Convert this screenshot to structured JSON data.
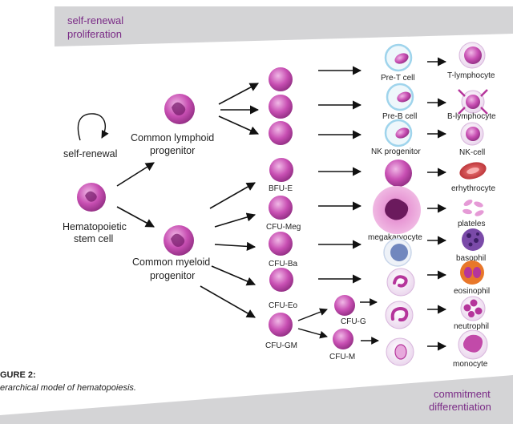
{
  "banners": {
    "top": [
      "self-renewal",
      "proliferation"
    ],
    "bottom": [
      "commitment",
      "differentiation"
    ]
  },
  "caption": {
    "title": "GURE 2:",
    "subtitle": "erarchical model of hematopoiesis."
  },
  "labels": {
    "self_renewal": "self-renewal",
    "hsc": [
      "Hematopoietic",
      "stem cell"
    ],
    "clp": [
      "Common lymphoid",
      "progenitor"
    ],
    "cmp": [
      "Common myeloid",
      "progenitor"
    ],
    "bfu_e": "BFU-E",
    "cfu_meg": "CFU-Meg",
    "cfu_ba": "CFU-Ba",
    "cfu_eo": "CFU-Eo",
    "cfu_gm": "CFU-GM",
    "cfu_g": "CFU-G",
    "cfu_m": "CFU-M",
    "pre_t": "Pre-T cell",
    "pre_b": "Pre-B cell",
    "nk_prog": "NK progenitor",
    "megakaryocyte": "megakaryocyte",
    "t_lymph": "T-lymphocyte",
    "b_lymph": "B-lymphocyte",
    "nk_cell": "NK-cell",
    "erythrocyte": "erhythrocyte",
    "plateles": "plateles",
    "basophil": "basophil",
    "eosinophil": "eosinophil",
    "neutrophil": "neutrophil",
    "monocyte": "monocyte"
  },
  "colors": {
    "banner": "#d4d4d6",
    "banner_text": "#7a2b86",
    "cell_magenta": "#b5359b",
    "cell_light": "#e8c4e6",
    "precursor_outline": "#9fd4ec",
    "precursor_fill": "#eef7fb",
    "erythrocyte": "#c6363a",
    "basophil": "#5b2f8c",
    "eosinophil": "#e8772a",
    "arrow": "#111111"
  },
  "icons": [
    "self-renewal-loop-icon"
  ]
}
